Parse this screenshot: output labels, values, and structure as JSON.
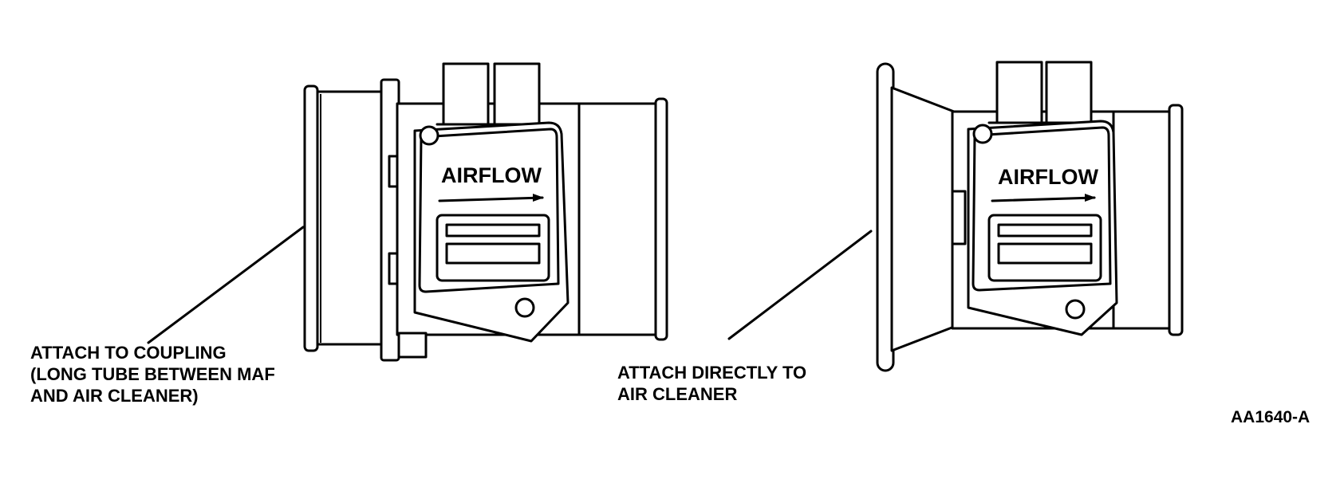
{
  "sensor_label": "AIRFLOW",
  "left_caption": {
    "line1": "ATTACH TO COUPLING",
    "line2": "(LONG TUBE BETWEEN MAF",
    "line3": "AND AIR CLEANER)"
  },
  "right_caption": {
    "line1": "ATTACH DIRECTLY TO",
    "line2": "AIR CLEANER"
  },
  "figure_code": "AA1640-A"
}
